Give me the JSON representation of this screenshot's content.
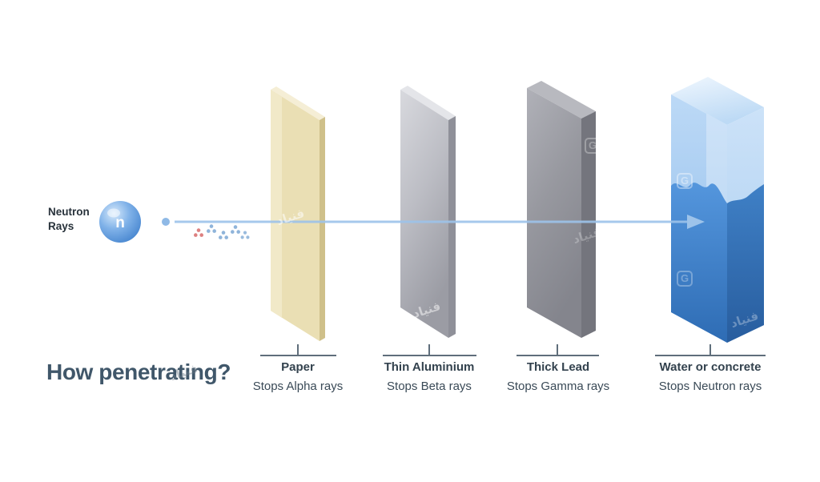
{
  "title": "How penetrating?",
  "source": {
    "label": "Neutron\nRays",
    "particle_symbol": "n"
  },
  "barriers": [
    {
      "name": "Paper",
      "caption": "Stops Alpha rays"
    },
    {
      "name": "Thin Aluminium",
      "caption": "Stops Beta rays"
    },
    {
      "name": "Thick Lead",
      "caption": "Stops Gamma rays"
    },
    {
      "name": "Water or concrete",
      "caption": "Stops Neutron rays"
    }
  ],
  "colors": {
    "background": "#ffffff",
    "beam": "#9dc3ea",
    "text": "#3a4a57",
    "title_text": "#40576a",
    "paper": "#e9dcae",
    "aluminium": "#b8b9c0",
    "lead": "#93949c",
    "water": "#4a8fd6",
    "particle": "#4a8fd6"
  },
  "watermark": {
    "logo_letter": "G",
    "script_text": "فنياد"
  }
}
